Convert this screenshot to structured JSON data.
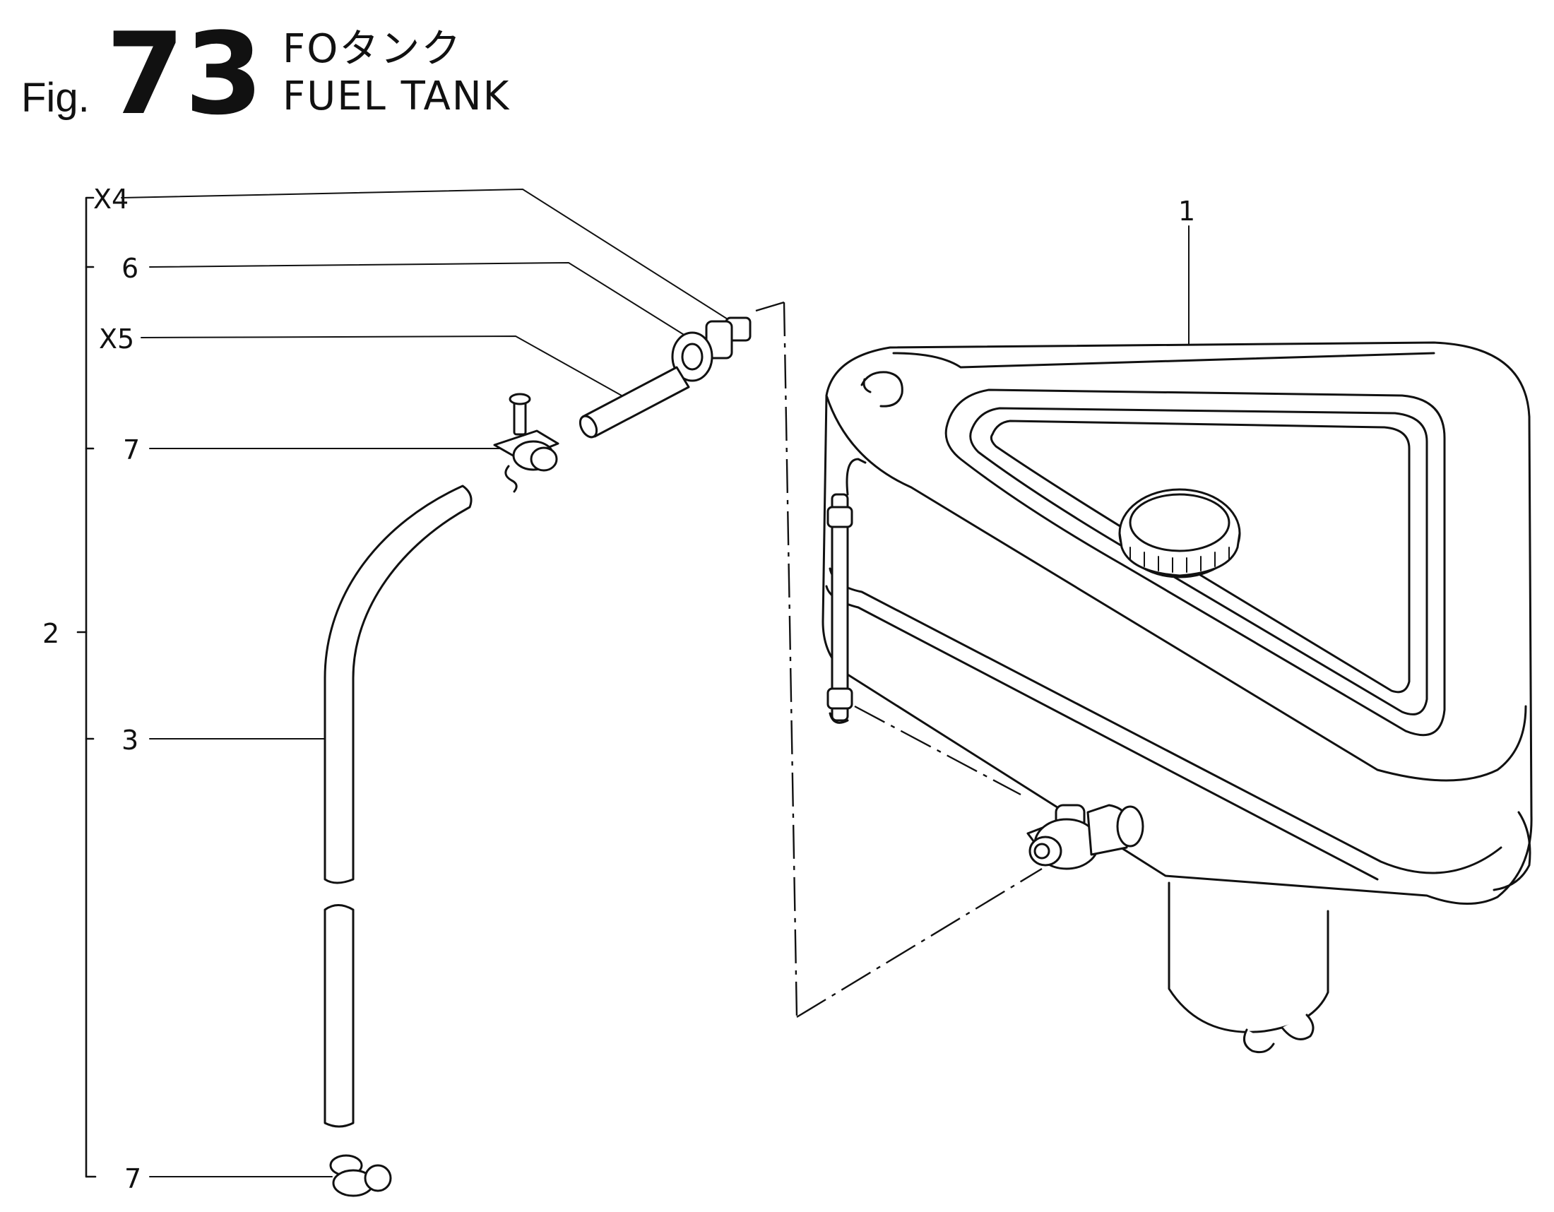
{
  "figure": {
    "prefix": "Fig.",
    "number": "73",
    "title_jp": "FOタンク",
    "title_en": "FUEL TANK"
  },
  "callouts": [
    {
      "id": "c-x4",
      "label": "X4"
    },
    {
      "id": "c-6",
      "label": "6"
    },
    {
      "id": "c-x5",
      "label": "X5"
    },
    {
      "id": "c-7a",
      "label": "7"
    },
    {
      "id": "c-2",
      "label": "2"
    },
    {
      "id": "c-3",
      "label": "3"
    },
    {
      "id": "c-7b",
      "label": "7"
    },
    {
      "id": "c-1",
      "label": "1"
    }
  ]
}
